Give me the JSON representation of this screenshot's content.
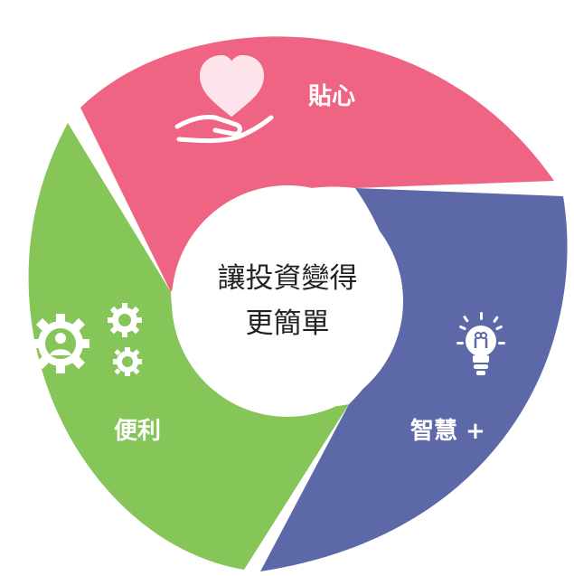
{
  "center": {
    "line1": "讓投資變得",
    "line2": "更簡單"
  },
  "segments": [
    {
      "key": "care",
      "label": "貼心",
      "icon": "heart-in-hand-icon",
      "color": "#f06483"
    },
    {
      "key": "smart",
      "label": "智慧 +",
      "icon": "lightbulb-icon",
      "color": "#5c68a8"
    },
    {
      "key": "convenient",
      "label": "便利",
      "icon": "gears-person-icon",
      "color": "#86c659"
    }
  ],
  "colors": {
    "pink": "#f06483",
    "blue": "#5c68a8",
    "green": "#86c659",
    "center": "#ffffff"
  }
}
